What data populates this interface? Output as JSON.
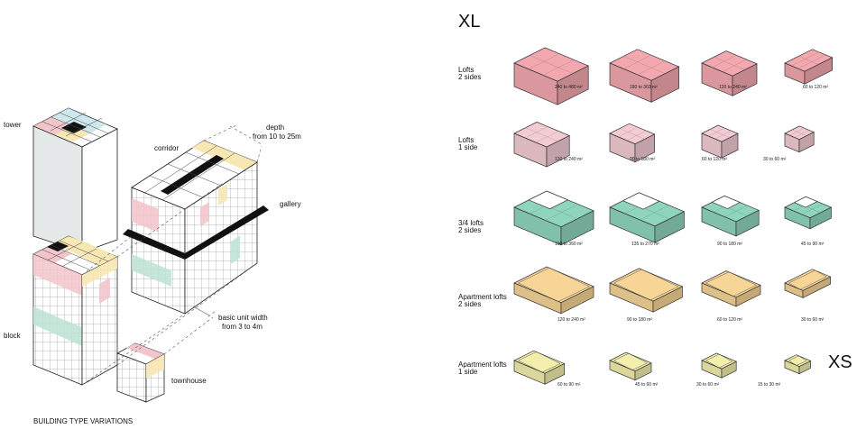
{
  "caption": "BUILDING TYPE VARIATIONS",
  "scale": {
    "max": "XL",
    "min": "XS"
  },
  "labels": {
    "tower": "tower",
    "block": "block",
    "townhouse": "townhouse",
    "corridor": "corridor",
    "gallery": "gallery",
    "depth_line1": "depth",
    "depth_line2": "from 10 to 25m",
    "width_line1": "basic unit width",
    "width_line2": "from 3 to 4m"
  },
  "colors": {
    "pink": "#f2c5cb",
    "blue": "#cde7ec",
    "yellow": "#f6e7b3",
    "green": "#bfe3d5",
    "lightgray": "#e5e8e8",
    "loft_pink": "#f2a8ae",
    "loft_pink_light": "#f3cbd3",
    "loft_green": "#8fd5bd",
    "apt_orange": "#f6d596",
    "apt_yellow": "#f3eeac"
  },
  "rows": [
    {
      "label1": "Lofts",
      "label2": "2 sides",
      "color": "loft_pink",
      "areas": [
        "240 to 480 m²",
        "180 to 360 m²",
        "120 to 240 m²",
        "60 to 120 m²"
      ]
    },
    {
      "label1": "Lofts",
      "label2": "1 side",
      "color": "loft_pink_light",
      "areas": [
        "120 to 240 m²",
        "90 to 180 m²",
        "60 to 120 m²",
        "30 to 60 m²"
      ]
    },
    {
      "label1": "3/4 lofts",
      "label2": "2 sides",
      "color": "loft_green",
      "areas": [
        "190 to 360 m²",
        "135 to 270 m²",
        "90 to 180 m²",
        "45 to 90 m²"
      ]
    },
    {
      "label1": "Apartment lofts",
      "label2": "2 sides",
      "color": "apt_orange",
      "areas": [
        "120 to 240 m²",
        "90 to 180 m²",
        "60 to 120 m²",
        "30 to 60 m²"
      ]
    },
    {
      "label1": "Apartment lofts",
      "label2": "1 side",
      "color": "apt_yellow",
      "areas": [
        "60 to 90 m²",
        "45 to 60 m²",
        "30 to 60 m²",
        "15 to 30 m²"
      ]
    }
  ]
}
